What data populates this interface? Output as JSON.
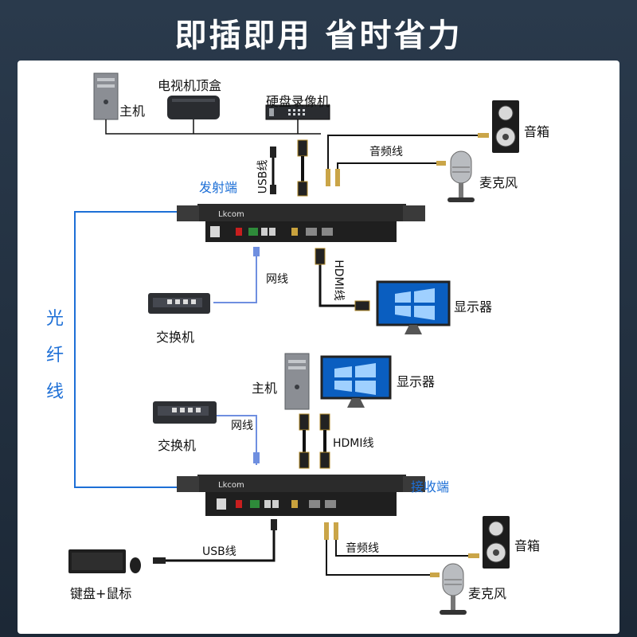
{
  "title": "即插即用 省时省力",
  "colors": {
    "background": "#1f2c3a",
    "panel": "#ffffff",
    "fiber": "#1d6fd6",
    "network_cable": "#6f8fe0",
    "cable": "#111111"
  },
  "transmitter": {
    "label": "发射端",
    "brand": "Lkcom",
    "sources": {
      "host": "主机",
      "set_top_box": "电视机顶盒",
      "dvr": "硬盘录像机"
    },
    "usb_cable": "USB线",
    "audio_cable": "音频线",
    "speaker": "音箱",
    "microphone": "麦克风",
    "network_cable": "网线",
    "hdmi_cable": "HDMI线",
    "switch": "交换机",
    "monitor": "显示器"
  },
  "fiber_label": [
    "光",
    "纤",
    "线"
  ],
  "receiver": {
    "label": "接收端",
    "brand": "Lkcom",
    "host": "主机",
    "monitor": "显示器",
    "network_cable": "网线",
    "switch": "交换机",
    "hdmi_cable": "HDMI线",
    "usb_cable": "USB线",
    "audio_cable": "音频线",
    "speaker": "音箱",
    "microphone": "麦克风",
    "keyboard_mouse": "键盘+鼠标"
  }
}
